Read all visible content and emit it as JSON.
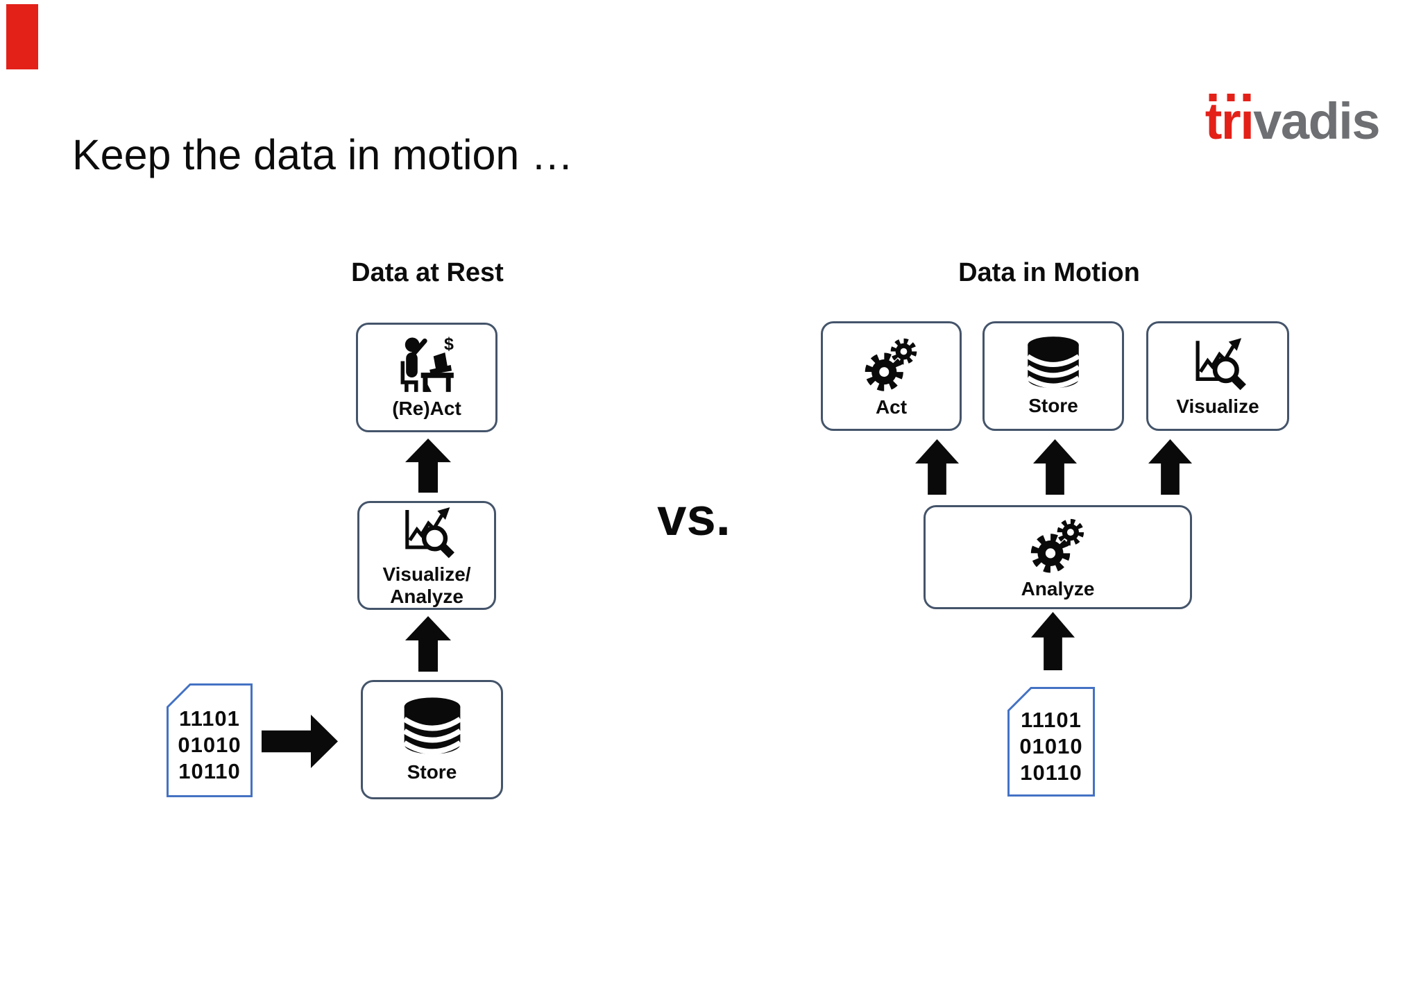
{
  "slide": {
    "title": "Keep the data in motion …",
    "vs_label": "vs.",
    "logo": {
      "letters_red": [
        "t",
        "r",
        "ı"
      ],
      "rest": "vadis",
      "red_color": "#e32119",
      "gray_color": "#6e6f72"
    },
    "colors": {
      "box_border": "#44546a",
      "doc_border": "#4472c4",
      "arrow": "#0a0a0a",
      "accent_bar": "#e32119"
    }
  },
  "data_at_rest": {
    "heading": "Data at Rest",
    "react_label": "(Re)Act",
    "visualize_label_line1": "Visualize/",
    "visualize_label_line2": "Analyze",
    "store_label": "Store",
    "doc_lines": [
      "11101",
      "01010",
      "10110"
    ]
  },
  "data_in_motion": {
    "heading": "Data in Motion",
    "act_label": "Act",
    "store_label": "Store",
    "visualize_label": "Visualize",
    "analyze_label": "Analyze",
    "doc_lines": [
      "11101",
      "01010",
      "10110"
    ]
  }
}
